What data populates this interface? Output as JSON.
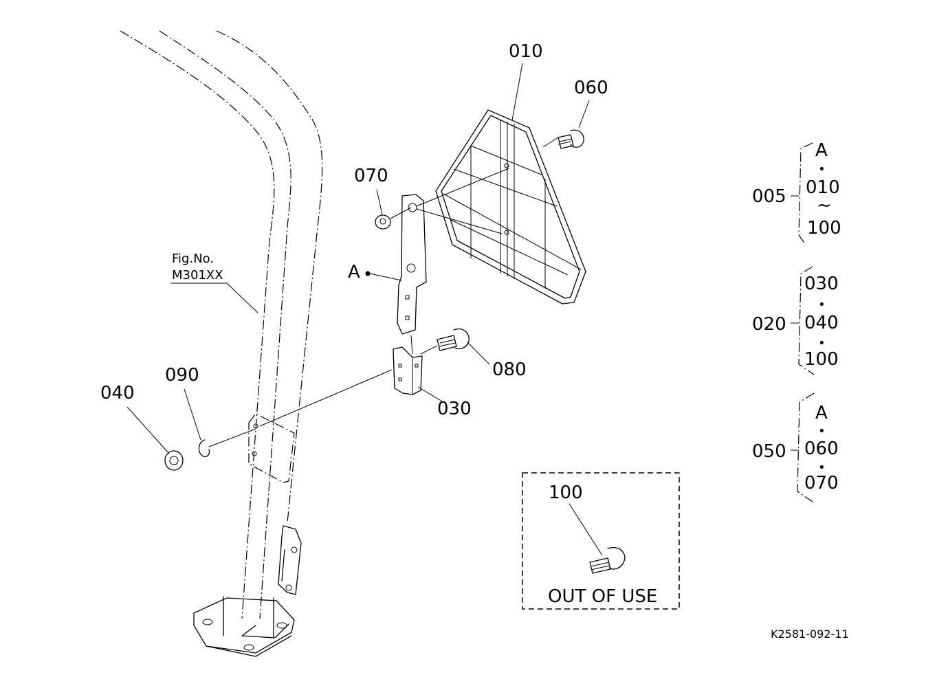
{
  "fig_ref": {
    "line1": "Fig.No.",
    "line2": "M301XX"
  },
  "callouts": {
    "p010": "010",
    "p060": "060",
    "p070": "070",
    "pA": "A",
    "p080": "080",
    "p030": "030",
    "p090": "090",
    "p040": "040"
  },
  "out_of_use": {
    "part": "100",
    "label": "OUT OF USE"
  },
  "assemblies": [
    {
      "id": "005",
      "parts": [
        "A",
        "010",
        "100"
      ],
      "separators": [
        "•",
        "~"
      ]
    },
    {
      "id": "020",
      "parts": [
        "030",
        "040",
        "100"
      ],
      "separators": [
        "•",
        "•"
      ]
    },
    {
      "id": "050",
      "parts": [
        "A",
        "060",
        "070"
      ],
      "separators": [
        "•",
        "•"
      ]
    }
  ],
  "drawing_code": "K2581-092-11"
}
